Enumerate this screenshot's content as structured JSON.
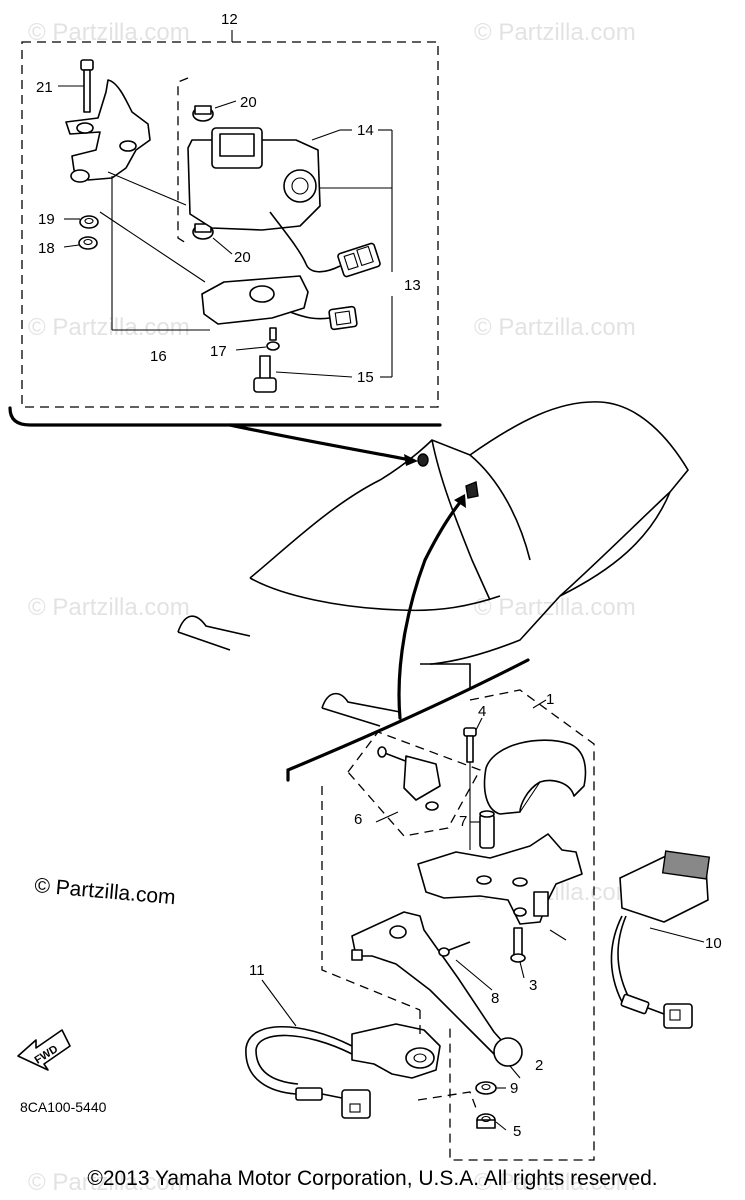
{
  "callouts": {
    "c1": "1",
    "c2": "2",
    "c3": "3",
    "c4": "4",
    "c5": "5",
    "c6": "6",
    "c7": "7",
    "c8": "8",
    "c9": "9",
    "c10": "10",
    "c11": "11",
    "c12": "12",
    "c13": "13",
    "c14": "14",
    "c15": "15",
    "c16": "16",
    "c17": "17",
    "c18": "18",
    "c19": "19",
    "c20a": "20",
    "c20b": "20",
    "c21": "21"
  },
  "watermark_text": "© Partzilla.com",
  "brand_label": "© Partzilla.com",
  "diagram_code": "8CA100-5440",
  "fwd_label": "FWD",
  "copyright": "©2013 Yamaha Motor Corporation, U.S.A. All rights reserved."
}
